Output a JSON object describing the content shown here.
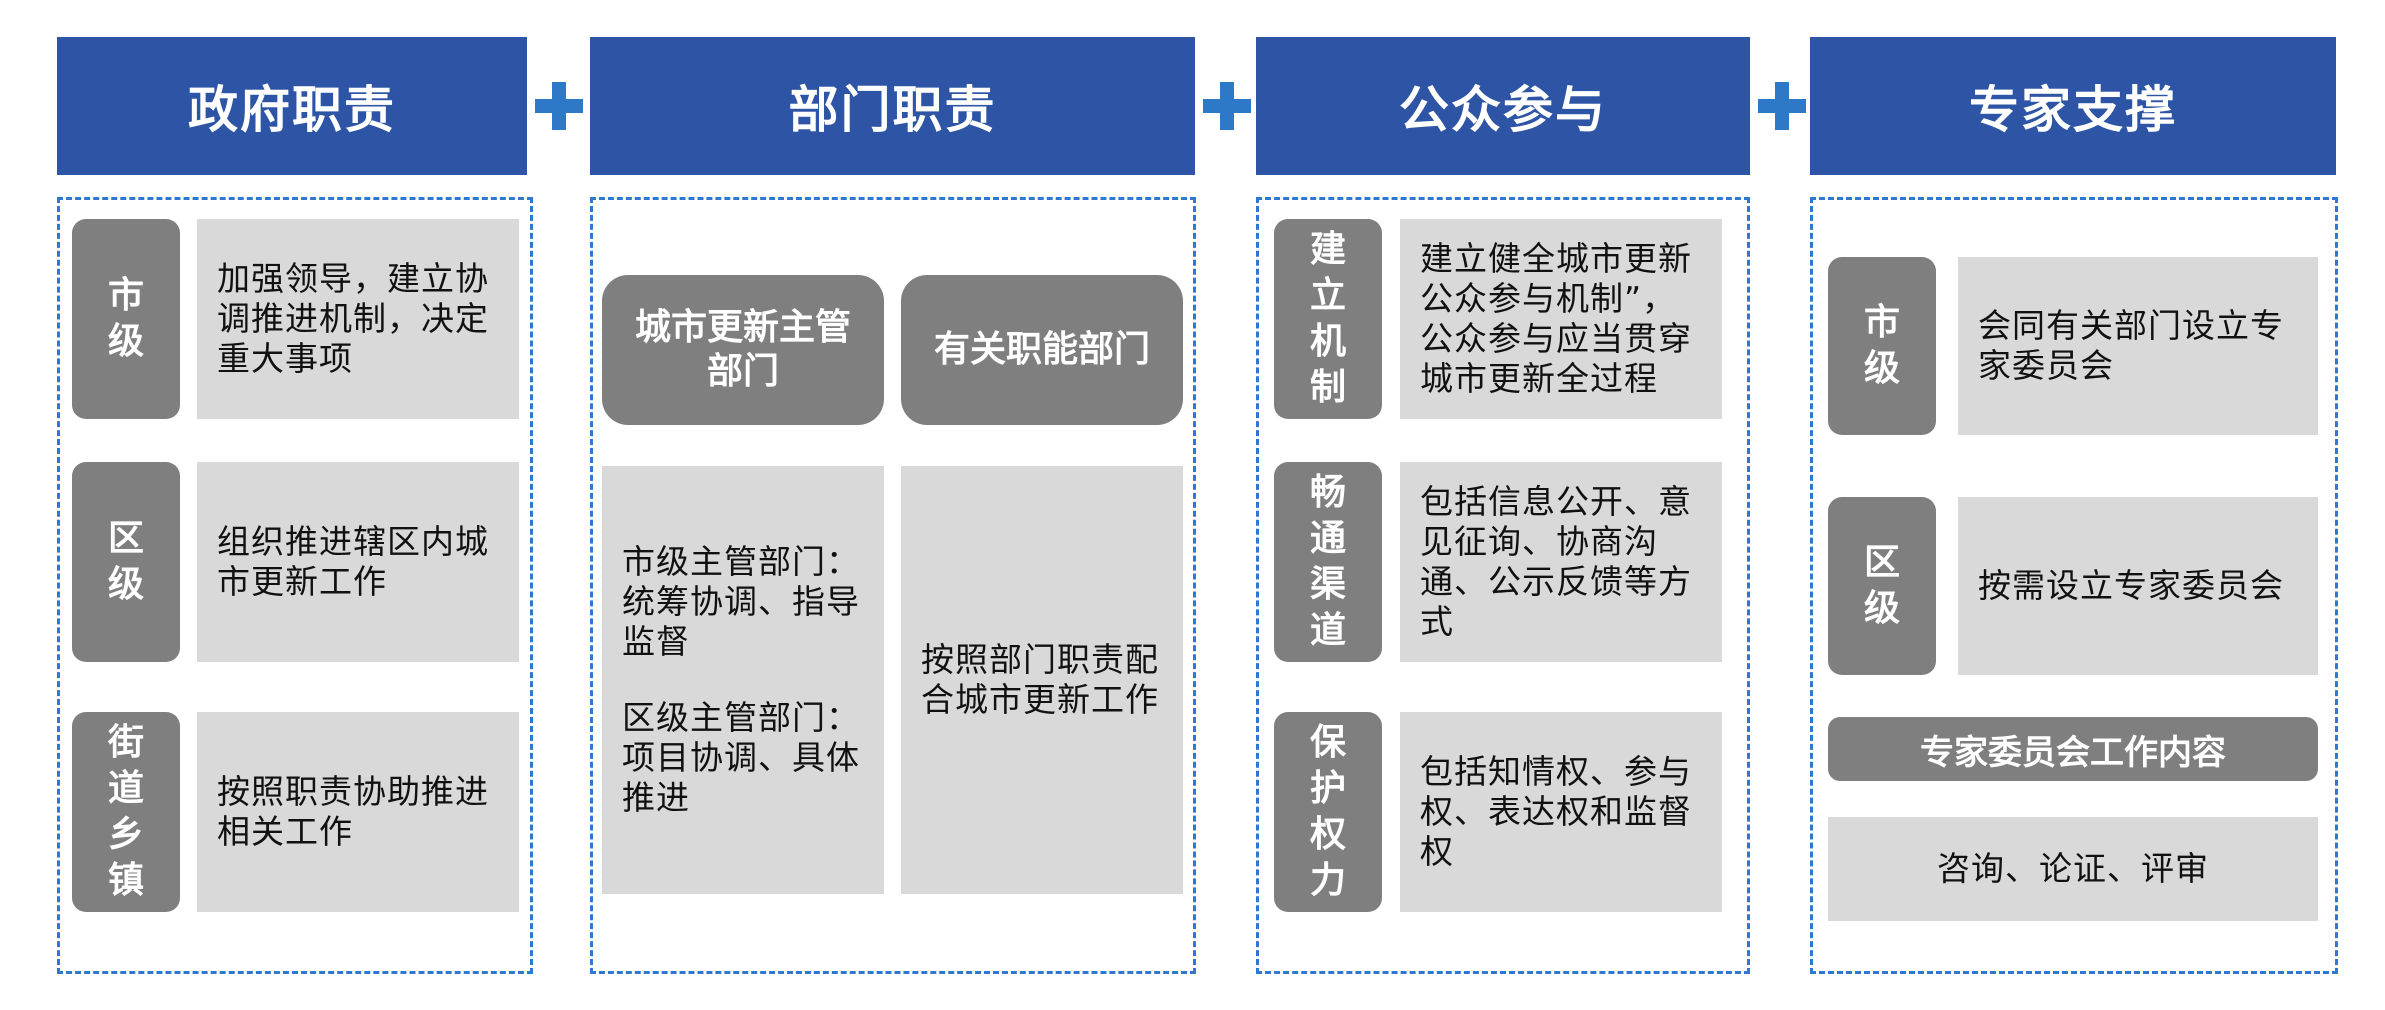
{
  "columns": [
    {
      "header": "政府职责",
      "rows": [
        {
          "label": "市级",
          "text": "加强领导，建立协调推进机制，决定重大事项"
        },
        {
          "label": "区级",
          "text": "组织推进辖区内城市更新工作"
        },
        {
          "label": "街道乡镇",
          "text": "按照职责协助推进相关工作"
        }
      ]
    },
    {
      "header": "部门职责",
      "boxes": [
        {
          "title": "城市更新主管部门",
          "text": "市级主管部门：统筹协调、指导监督",
          "text2": "区级主管部门：项目协调、具体推进"
        },
        {
          "title": "有关职能部门",
          "text": "按照部门职责配合城市更新工作"
        }
      ]
    },
    {
      "header": "公众参与",
      "rows": [
        {
          "label": "建立机制",
          "text": "建立健全城市更新公众参与机制”，公众参与应当贯穿城市更新全过程"
        },
        {
          "label": "畅通渠道",
          "text": "包括信息公开、意见征询、协商沟通、公示反馈等方式"
        },
        {
          "label": "保护权力",
          "text": "包括知情权、参与权、表达权和监督权"
        }
      ]
    },
    {
      "header": "专家支撑",
      "rows": [
        {
          "label": "市级",
          "text": "会同有关部门设立专家委员会"
        },
        {
          "label": "区级",
          "text": "按需设立专家委员会"
        }
      ],
      "committee_title": "专家委员会工作内容",
      "committee_text": "咨询、论证、评审"
    }
  ],
  "colors": {
    "header": "#2e55a5",
    "plus": "#2e78c8",
    "dashed_border": "#2e78d2",
    "dark_box": "#7f7f7f",
    "light_box": "#d9d9d9"
  }
}
